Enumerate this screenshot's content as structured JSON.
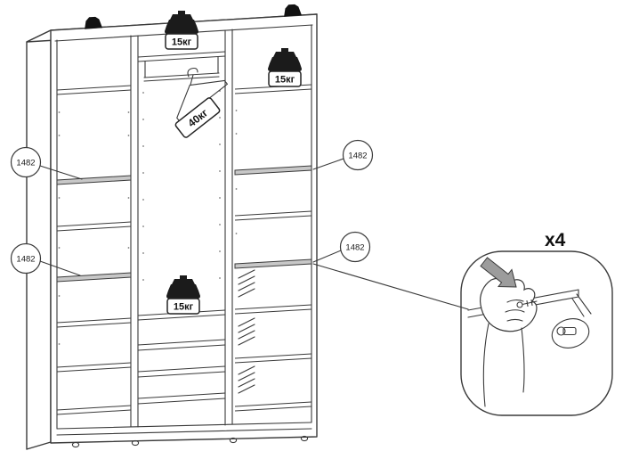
{
  "labels": {
    "weight_capacity_15": "15кг",
    "weight_capacity_40": "40кг",
    "part_number": "1482",
    "hardware_quantity": "x4"
  },
  "colors": {
    "line": "#3a3a3a",
    "shelf_highlight": "#c7c7c7",
    "weight_fill": "#1b1b1b",
    "arrow_fill": "#9c9c9c",
    "background": "#ffffff"
  }
}
